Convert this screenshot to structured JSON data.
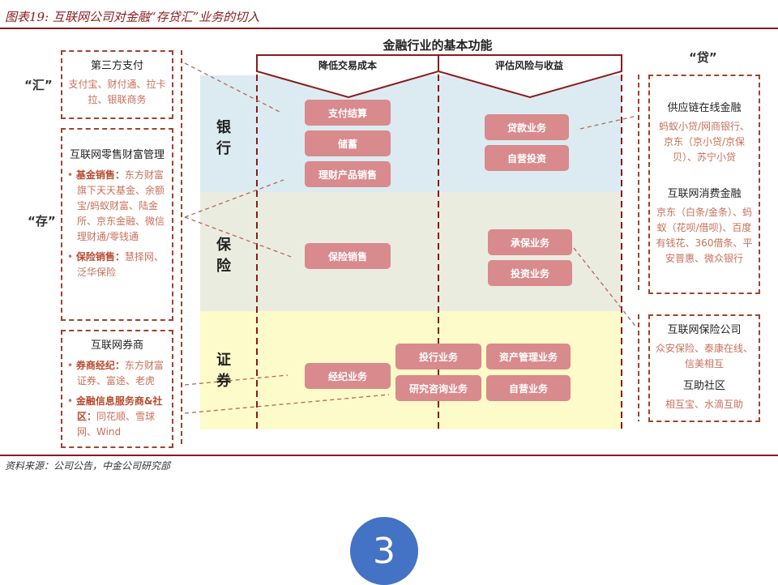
{
  "figure": {
    "title": "图表19: 互联网公司对金融“存贷汇”业务的切入",
    "source": "资料来源：公司公告，中金公司研究部",
    "page_number": "3"
  },
  "center": {
    "title": "金融行业的基本功能",
    "columns": [
      "降低交易成本",
      "评估风险与收益"
    ],
    "rows": {
      "bank": "银行",
      "insurance": "保险",
      "securities": "证券"
    },
    "boxes": {
      "payment": "支付结算",
      "savings": "储蓄",
      "wealth": "理财产品销售",
      "loan": "贷款业务",
      "proprietary_invest": "自营投资",
      "ins_sales": "保险销售",
      "underwriting": "承保业务",
      "investment": "投资业务",
      "brokerage": "经纪业务",
      "ib": "投行业务",
      "am": "资产管理业务",
      "research": "研究咨询业务",
      "prop_trading": "自营业务"
    }
  },
  "left": {
    "hui": "“汇”",
    "cun": "“存”",
    "third_party": {
      "title": "第三方支付",
      "body": "支付宝、财付通、拉卡拉、银联商务"
    },
    "wealth": {
      "title": "互联网零售财富管理",
      "b1_label": "基金销售：",
      "b1_text": "东方财富旗下天天基金、余额宝/蚂蚁财富、陆金所、京东金融、微信理财通/零钱通",
      "b2_label": "保险销售：",
      "b2_text": "慧择网、泛华保险"
    },
    "broker": {
      "title": "互联网券商",
      "b1_label": "券商经纪：",
      "b1_text": "东方财富证券、富途、老虎",
      "b2_label": "金融信息服务商&社区：",
      "b2_text": "同花顺、雪球网、Wind"
    }
  },
  "right": {
    "dai": "“贷”",
    "supply": {
      "title": "供应链在线金融",
      "body": "蚂蚁小贷/网商银行、京东（京小贷/京保贝）、苏宁小贷"
    },
    "consumer": {
      "title": "互联网消费金融",
      "body": "京东（白条/金条）、蚂蚁（花呗/借呗)、百度有钱花、360借条、平安普惠、微众银行"
    },
    "insurer": {
      "title": "互联网保险公司",
      "body": "众安保险、泰康在线、信美相互"
    },
    "mutual": {
      "title": "互助社区",
      "body": "相互宝、水滴互助"
    }
  }
}
